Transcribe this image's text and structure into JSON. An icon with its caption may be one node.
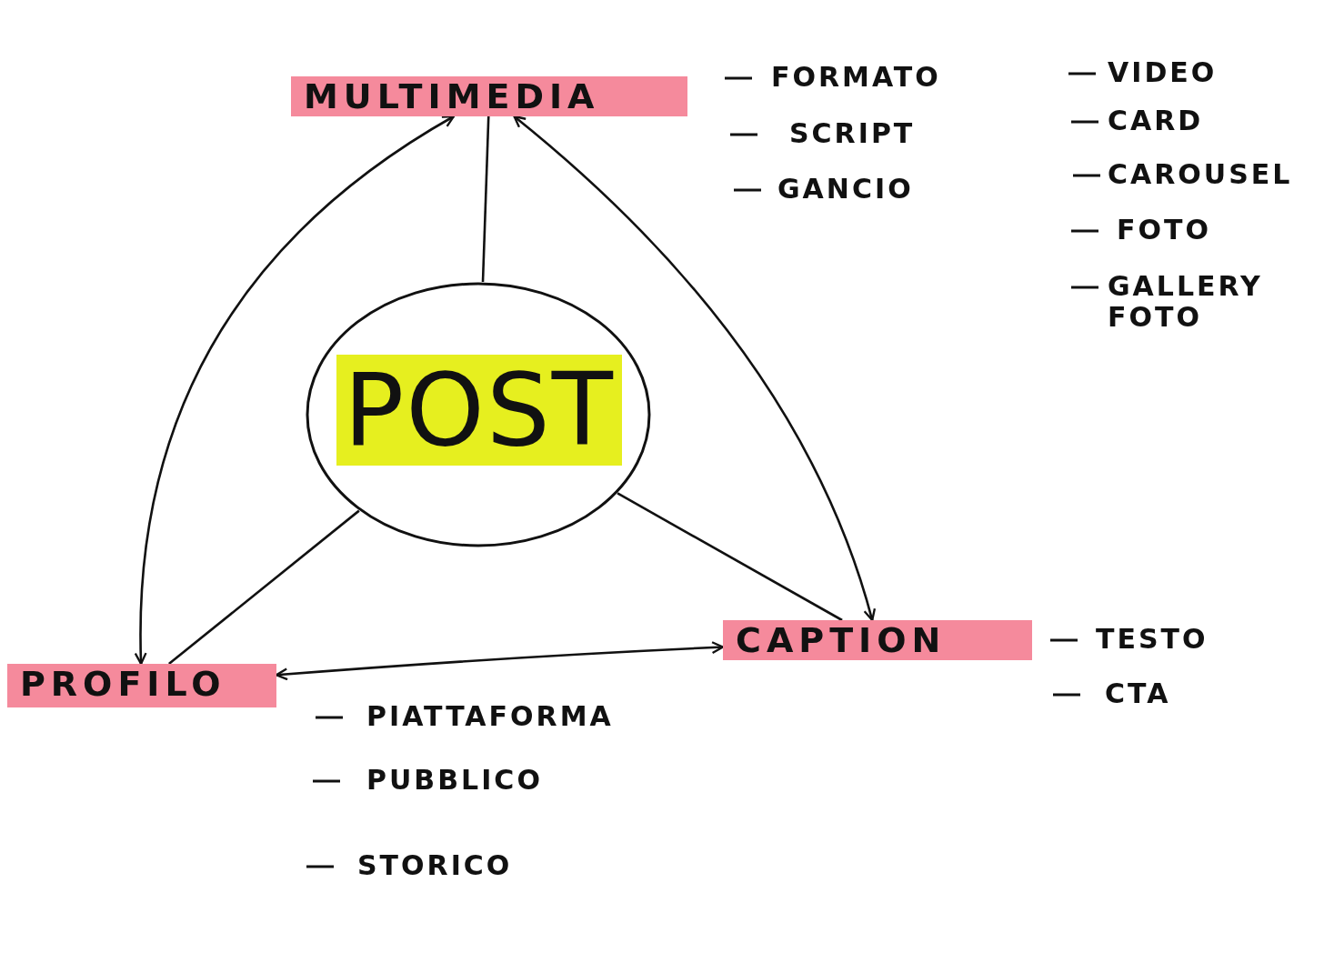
{
  "diagram": {
    "nodes": [
      {
        "text": [
          "POST"
        ]
      },
      {
        "text": [
          "MULTIMEDIA"
        ]
      },
      {
        "text": [
          "CAPTION"
        ]
      },
      {
        "text": [
          "PROFILO"
        ]
      }
    ],
    "edges": [
      {
        "from": 0,
        "to": 1,
        "arrow": "none"
      },
      {
        "from": 0,
        "to": 2,
        "arrow": "none"
      },
      {
        "from": 0,
        "to": 3,
        "arrow": "none"
      },
      {
        "from": 1,
        "to": 3,
        "arrow": "both"
      },
      {
        "from": 1,
        "to": 2,
        "arrow": "both"
      },
      {
        "from": 3,
        "to": 2,
        "arrow": "both"
      }
    ],
    "labels": [
      "FORMATO",
      "SCRIPT",
      "GANCIO",
      "VIDEO",
      "CARD",
      "CAROUSEL",
      "FOTO",
      "GALLERY FOTO",
      "TESTO",
      "CTA",
      "PIATTAFORMA",
      "PUBBLICO",
      "STORICO"
    ]
  }
}
